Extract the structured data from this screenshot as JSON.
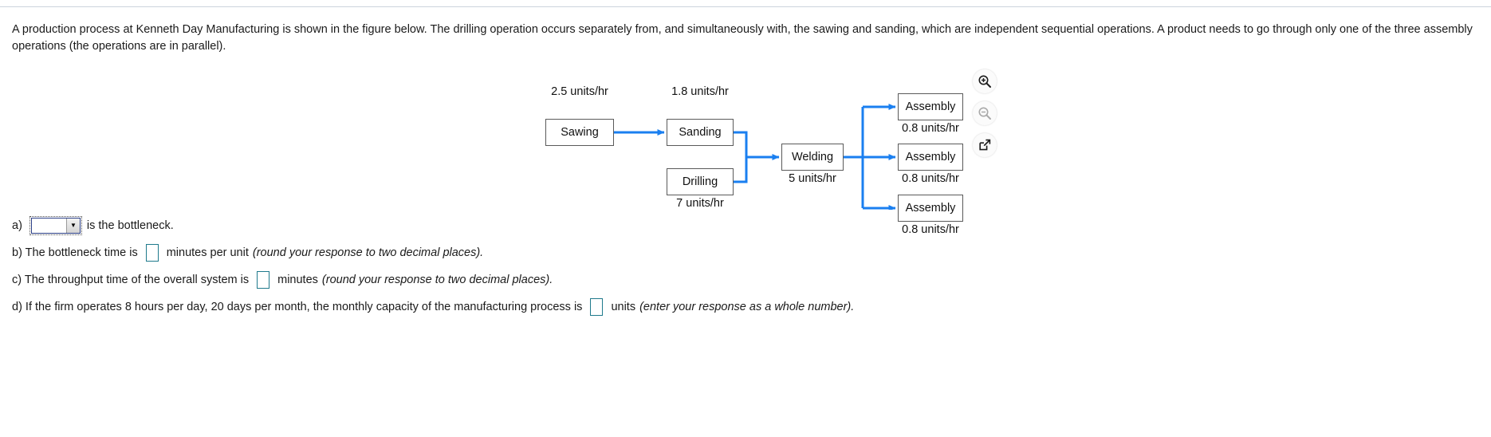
{
  "problem": {
    "statement": "A production process at Kenneth Day Manufacturing is shown in the figure below. The drilling operation occurs separately from, and simultaneously with, the sawing and sanding, which are independent sequential operations. A product needs to go through only one of the three assembly operations (the operations are in parallel)."
  },
  "figure": {
    "nodes": [
      {
        "id": "sawing",
        "label": "Sawing",
        "rate": "2.5 units/hr",
        "rate_position": "above"
      },
      {
        "id": "sanding",
        "label": "Sanding",
        "rate": "1.8 units/hr",
        "rate_position": "above"
      },
      {
        "id": "drilling",
        "label": "Drilling",
        "rate": "7 units/hr",
        "rate_position": "below"
      },
      {
        "id": "welding",
        "label": "Welding",
        "rate": "5 units/hr",
        "rate_position": "below"
      },
      {
        "id": "assembly1",
        "label": "Assembly",
        "rate": "0.8 units/hr",
        "rate_position": "below"
      },
      {
        "id": "assembly2",
        "label": "Assembly",
        "rate": "0.8 units/hr",
        "rate_position": "below"
      },
      {
        "id": "assembly3",
        "label": "Assembly",
        "rate": "0.8 units/hr",
        "rate_position": "below"
      }
    ],
    "arrow_color": "#1a7ff0",
    "box_border_color": "#5a5a5a",
    "toolbar": [
      {
        "id": "zoom-in",
        "name": "zoom-in-icon",
        "enabled": true
      },
      {
        "id": "zoom-out",
        "name": "zoom-out-icon",
        "enabled": false
      },
      {
        "id": "pop-out",
        "name": "pop-out-icon",
        "enabled": true
      }
    ]
  },
  "answers": {
    "a": {
      "prefix": "a)",
      "dropdown_value": "",
      "suffix": "is the bottleneck."
    },
    "b": {
      "prefix": "b) The bottleneck time is",
      "value": "",
      "middle": "minutes per unit",
      "hint": "(round your response to two decimal places)."
    },
    "c": {
      "prefix": "c) The throughput time of the overall system is",
      "value": "",
      "middle": "minutes",
      "hint": "(round your response to two decimal places)."
    },
    "d": {
      "prefix": "d) If the firm operates 8 hours per day, 20 days per month, the monthly capacity of the manufacturing process is",
      "value": "",
      "middle": "units",
      "hint": "(enter your response as a whole number)."
    }
  }
}
